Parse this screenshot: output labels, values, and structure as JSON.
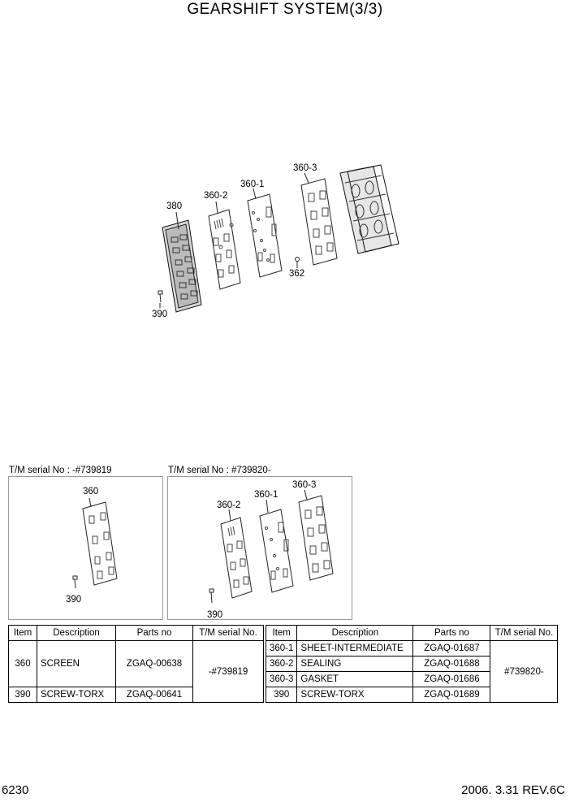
{
  "title": "GEARSHIFT SYSTEM(3/3)",
  "main_labels": {
    "l380": "380",
    "l360_2": "360-2",
    "l360_1": "360-1",
    "l360_3": "360-3",
    "l362": "362",
    "l390": "390"
  },
  "left_box": {
    "serial": "T/M serial No :  -#739819",
    "l360": "360",
    "l390": "390"
  },
  "right_box": {
    "serial": "T/M serial No : #739820-",
    "l360_2": "360-2",
    "l360_1": "360-1",
    "l360_3": "360-3",
    "l390": "390"
  },
  "table": {
    "headers": [
      "Item",
      "Description",
      "Parts no",
      "T/M serial No.",
      "Item",
      "Description",
      "Parts no",
      "T/M serial No."
    ],
    "left_rows": [
      {
        "item": "360",
        "desc": "SCREEN",
        "part": "ZGAQ-00638"
      },
      {
        "item": "390",
        "desc": "SCREW-TORX",
        "part": "ZGAQ-00641"
      }
    ],
    "left_serial": "-#739819",
    "right_rows": [
      {
        "item": "360-1",
        "desc": "SHEET-INTERMEDIATE",
        "part": "ZGAQ-01687"
      },
      {
        "item": "360-2",
        "desc": "SEALING",
        "part": "ZGAQ-01688"
      },
      {
        "item": "360-3",
        "desc": "GASKET",
        "part": "ZGAQ-01686"
      },
      {
        "item": "390",
        "desc": "SCREW-TORX",
        "part": "ZGAQ-01689"
      }
    ],
    "right_serial": "#739820-"
  },
  "footer": {
    "page": "6230",
    "date_rev": "2006. 3.31  REV.6C"
  }
}
